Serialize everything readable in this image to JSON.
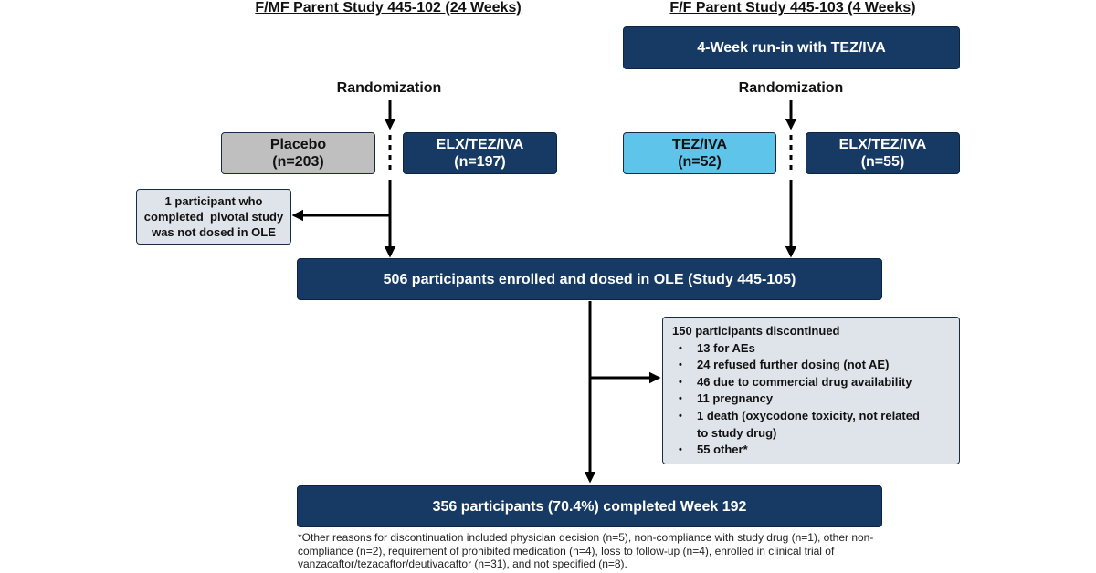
{
  "left_study": {
    "heading": "F/MF Parent Study 445-102 (24 Weeks)",
    "randomization": "Randomization",
    "arm_placebo": {
      "name": "Placebo",
      "n": "(n=203)"
    },
    "arm_elx": {
      "name": "ELX/TEZ/IVA",
      "n": "(n=197)"
    },
    "not_dosed": [
      "1 participant who",
      "completed  pivotal study",
      "was not dosed in OLE"
    ]
  },
  "right_study": {
    "heading": "F/F Parent Study 445-103 (4 Weeks)",
    "run_in": "4-Week run-in with TEZ/IVA",
    "randomization": "Randomization",
    "arm_tez": {
      "name": "TEZ/IVA",
      "n": "(n=52)"
    },
    "arm_elx": {
      "name": "ELX/TEZ/IVA",
      "n": "(n=55)"
    }
  },
  "enrolled": "506 participants enrolled and dosed in OLE (Study 445-105)",
  "discontinued": {
    "title": "150 participants discontinued",
    "reasons": [
      "13 for AEs",
      "24 refused further dosing (not AE)",
      "46 due to commercial drug availability",
      "11 pregnancy",
      "1 death (oxycodone toxicity, not related to study drug)",
      "55 other*"
    ]
  },
  "completed": "356 participants (70.4%) completed Week 192",
  "footnote": "*Other reasons for discontinuation included physician decision (n=5), non-compliance with study drug (n=1), other non-compliance (n=2), requirement of prohibited medication (n=4), loss to follow-up (n=4), enrolled in clinical trial of vanzacaftor/tezacaftor/deutivacaftor (n=31), and not specified (n=8).",
  "colors": {
    "navy": "#163a63",
    "placebo_grey": "#bfbfbf",
    "tez_cyan": "#5ec4ea",
    "note_grey": "#dfe4ea"
  }
}
